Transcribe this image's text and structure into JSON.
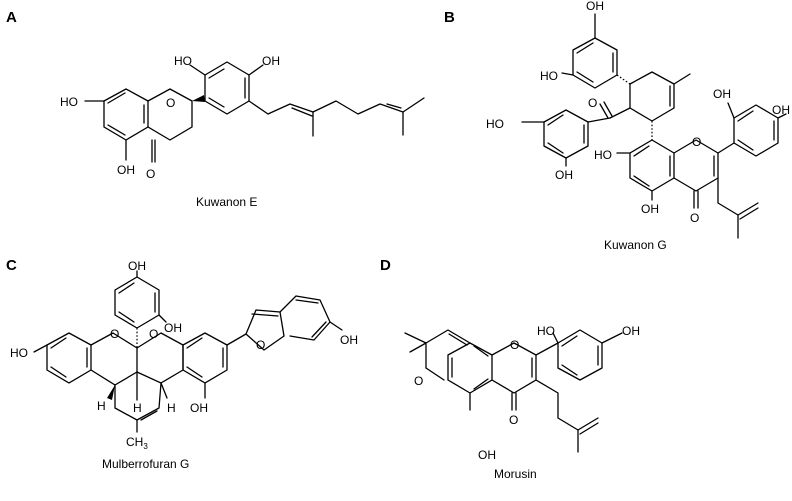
{
  "panels": [
    {
      "letter": "A",
      "compound": "Kuwanon E"
    },
    {
      "letter": "B",
      "compound": "Kuwanon G"
    },
    {
      "letter": "C",
      "compound": "Mulberrofuran G"
    },
    {
      "letter": "D",
      "compound": "Morusin"
    }
  ],
  "atoms": {
    "oh": "OH",
    "ho": "HO",
    "o": "O",
    "h": "H",
    "ch": "CH",
    "three": "3"
  }
}
